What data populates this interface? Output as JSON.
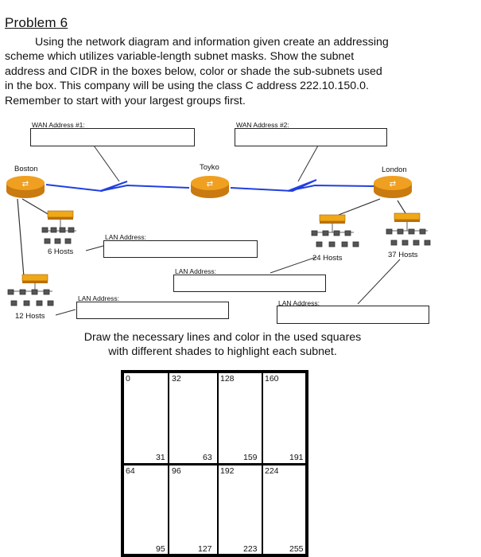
{
  "title": "Problem 6",
  "instructions": {
    "line1": "Using the network diagram and information given create an addressing",
    "line2": "scheme which utilizes variable-length subnet masks. Show the subnet",
    "line3": "address and CIDR in the boxes below, color or shade the sub-subnets used",
    "line4": "in the box.  This company will be using the class C address 222.10.150.0.",
    "line5": "Remember to start with your largest groups first."
  },
  "wan": {
    "wan1_label": "WAN Address #1:",
    "wan2_label": "WAN Address #2:"
  },
  "routers": {
    "boston": "Boston",
    "toyko": "Toyko",
    "london": "London"
  },
  "lans": {
    "lan_address_label": "LAN Address:",
    "hosts_6": "6 Hosts",
    "hosts_12": "12 Hosts",
    "hosts_24": "24 Hosts",
    "hosts_37": "37 Hosts"
  },
  "draw_note": {
    "line1": "Draw the necessary lines and color in the used squares",
    "line2": "with different shades to highlight each subnet."
  },
  "grid": {
    "top_starts": [
      "0",
      "32",
      "128",
      "160"
    ],
    "top_ends": [
      "31",
      "63",
      "159",
      "191"
    ],
    "bottom_starts": [
      "64",
      "96",
      "192",
      "224"
    ],
    "bottom_ends": [
      "95",
      "127",
      "223",
      "255"
    ]
  },
  "colors": {
    "router_orange": "#f0a020",
    "wan_link_blue": "#2040e0",
    "switch_orange": "#f0a818"
  },
  "icons": {
    "router": "router-icon",
    "switch": "switch-icon",
    "host": "computer-icon"
  }
}
